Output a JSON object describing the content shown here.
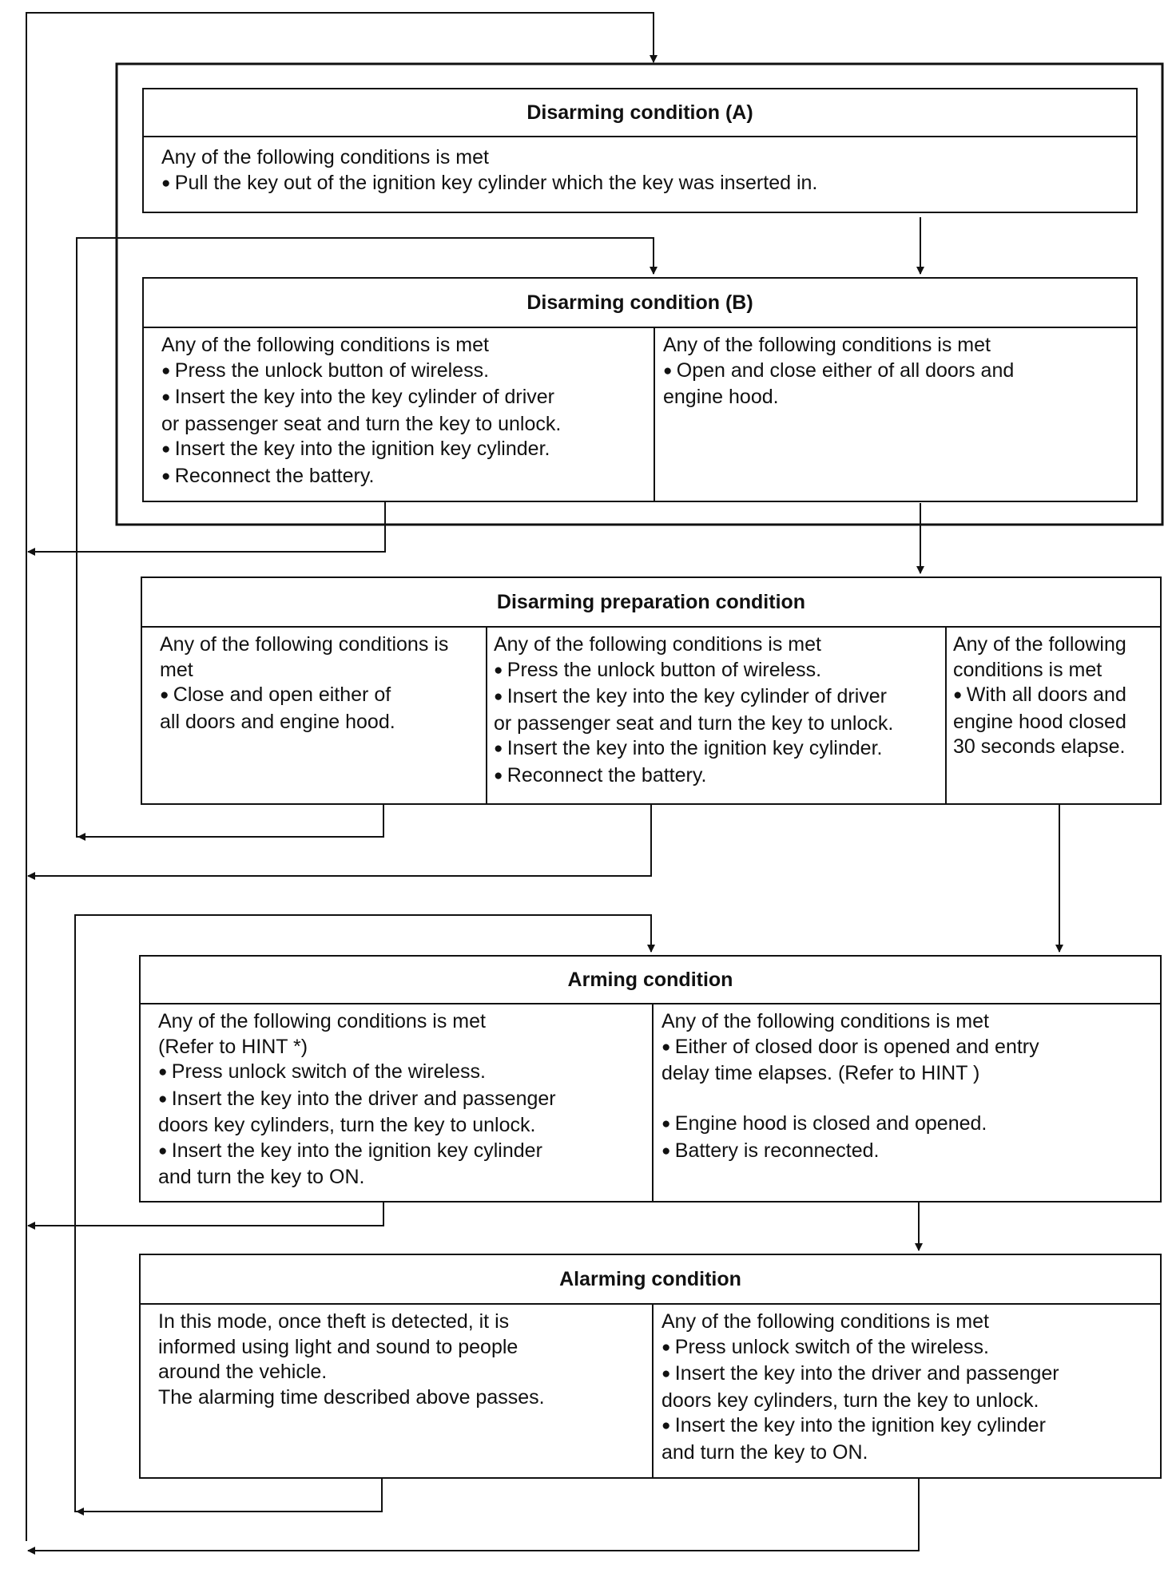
{
  "disarming_a": {
    "title": "Disarming condition (A)",
    "body": [
      "Any of the following conditions is met"
    ],
    "bullets": [
      "Pull the key out of the ignition key cylinder which the key was inserted in."
    ]
  },
  "disarming_b": {
    "title": "Disarming condition (B)",
    "left": {
      "lines": [
        {
          "t": "Any of the following conditions is met",
          "b": false
        },
        {
          "t": "Press the unlock button of wireless.",
          "b": true
        },
        {
          "t": "Insert the key into the key cylinder of driver",
          "b": true
        },
        {
          "t": "or passenger seat and turn the key to unlock.",
          "b": false
        },
        {
          "t": "Insert the key into the ignition key cylinder.",
          "b": true
        },
        {
          "t": "Reconnect the battery.",
          "b": true
        }
      ]
    },
    "right": {
      "lines": [
        {
          "t": "Any of the following conditions is met",
          "b": false
        },
        {
          "t": "Open and close either of all doors and",
          "b": true
        },
        {
          "t": "engine hood.",
          "b": false
        }
      ]
    }
  },
  "preparation": {
    "title": "Disarming preparation condition",
    "col1": {
      "lines": [
        {
          "t": "Any of the following conditions is",
          "b": false
        },
        {
          "t": "met",
          "b": false
        },
        {
          "t": "Close and open either of",
          "b": true
        },
        {
          "t": "all doors and engine hood.",
          "b": false
        }
      ]
    },
    "col2": {
      "lines": [
        {
          "t": "Any of the following conditions is met",
          "b": false
        },
        {
          "t": "Press the unlock button of wireless.",
          "b": true
        },
        {
          "t": "Insert the key into the key cylinder of driver",
          "b": true
        },
        {
          "t": "or passenger seat and turn the key to unlock.",
          "b": false
        },
        {
          "t": "Insert the key into the ignition key cylinder.",
          "b": true
        },
        {
          "t": "Reconnect the battery.",
          "b": true
        }
      ]
    },
    "col3": {
      "lines": [
        {
          "t": "Any of the following",
          "b": false
        },
        {
          "t": "conditions is met",
          "b": false
        },
        {
          "t": "With all doors and",
          "b": true
        },
        {
          "t": "engine hood closed",
          "b": false
        },
        {
          "t": "30 seconds elapse.",
          "b": false
        }
      ]
    }
  },
  "arming": {
    "title": "Arming condition",
    "left": {
      "lines": [
        {
          "t": "Any of the following conditions is met",
          "b": false
        },
        {
          "t": " (Refer to HINT *)",
          "b": false
        },
        {
          "t": "Press unlock switch of the wireless.",
          "b": true
        },
        {
          "t": "Insert the key into the driver and passenger",
          "b": true
        },
        {
          "t": "doors key cylinders, turn the key to unlock.",
          "b": false
        },
        {
          "t": "Insert the key into the ignition key cylinder",
          "b": true
        },
        {
          "t": "and turn the key to ON.",
          "b": false
        }
      ]
    },
    "right": {
      "lines": [
        {
          "t": "Any of the following conditions is met",
          "b": false
        },
        {
          "t": "Either of closed door is opened and entry",
          "b": true
        },
        {
          "t": "delay time elapses. (Refer to HINT )",
          "b": false
        },
        {
          "t": "",
          "b": false
        },
        {
          "t": "Engine hood is closed and opened.",
          "b": true
        },
        {
          "t": "Battery is reconnected.",
          "b": true
        }
      ]
    }
  },
  "alarming": {
    "title": "Alarming condition",
    "left": {
      "lines": [
        {
          "t": "In this mode, once theft is detected, it is",
          "b": false
        },
        {
          "t": "informed using light and sound to people",
          "b": false
        },
        {
          "t": "around the vehicle.",
          "b": false
        },
        {
          "t": "The alarming time described above passes.",
          "b": false
        }
      ]
    },
    "right": {
      "lines": [
        {
          "t": "Any of the following conditions is met",
          "b": false
        },
        {
          "t": "Press unlock switch of the wireless.",
          "b": true
        },
        {
          "t": "Insert the key into the driver and passenger",
          "b": true
        },
        {
          "t": "doors key cylinders, turn the key to unlock.",
          "b": false
        },
        {
          "t": "Insert the key into the ignition key cylinder",
          "b": true
        },
        {
          "t": "and turn the key to ON.",
          "b": false
        }
      ]
    }
  }
}
